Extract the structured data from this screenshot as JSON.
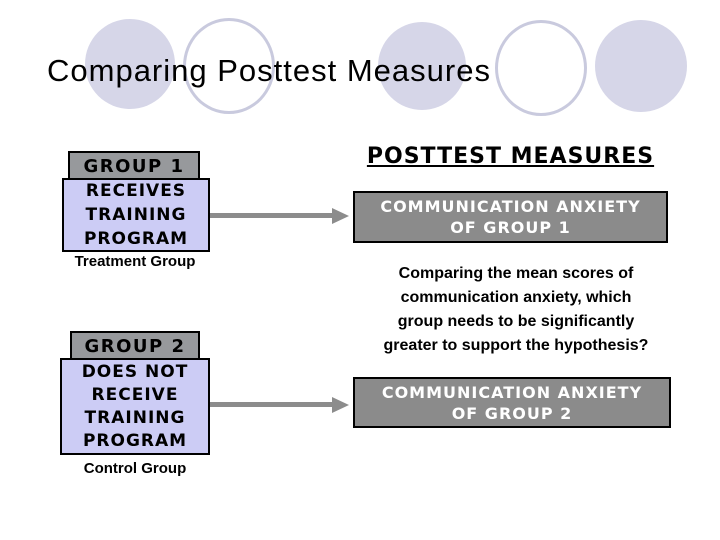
{
  "slide": {
    "title": "Comparing Posttest Measures"
  },
  "treatment": {
    "header": "GROUP 1",
    "box": "RECEIVES\nTRAINING\nPROGRAM",
    "caption": "Treatment Group"
  },
  "control": {
    "header": "GROUP 2",
    "box": "DOES NOT\nRECEIVE\nTRAINING\nPROGRAM",
    "caption": "Control Group"
  },
  "posttest": {
    "heading": "POSTTEST MEASURES",
    "box1": "COMMUNICATION ANXIETY\nOF GROUP 1",
    "question": "Comparing the mean scores of\ncommunication anxiety, which\ngroup needs to be significantly\ngreater to support the hypothesis?",
    "box2": "COMMUNICATION ANXIETY\nOF GROUP 2"
  },
  "colors": {
    "background": "#ffffff",
    "lavender_box_fill": "#ccccf5",
    "header_box_fill": "#97999c",
    "measure_box_fill": "#8b8b8b",
    "measure_box_text": "#ffffff",
    "arrow": "#8c8c8c",
    "circle_fill": "#d6d6e8",
    "circle_ring": "#c9cade",
    "text": "#000000"
  }
}
